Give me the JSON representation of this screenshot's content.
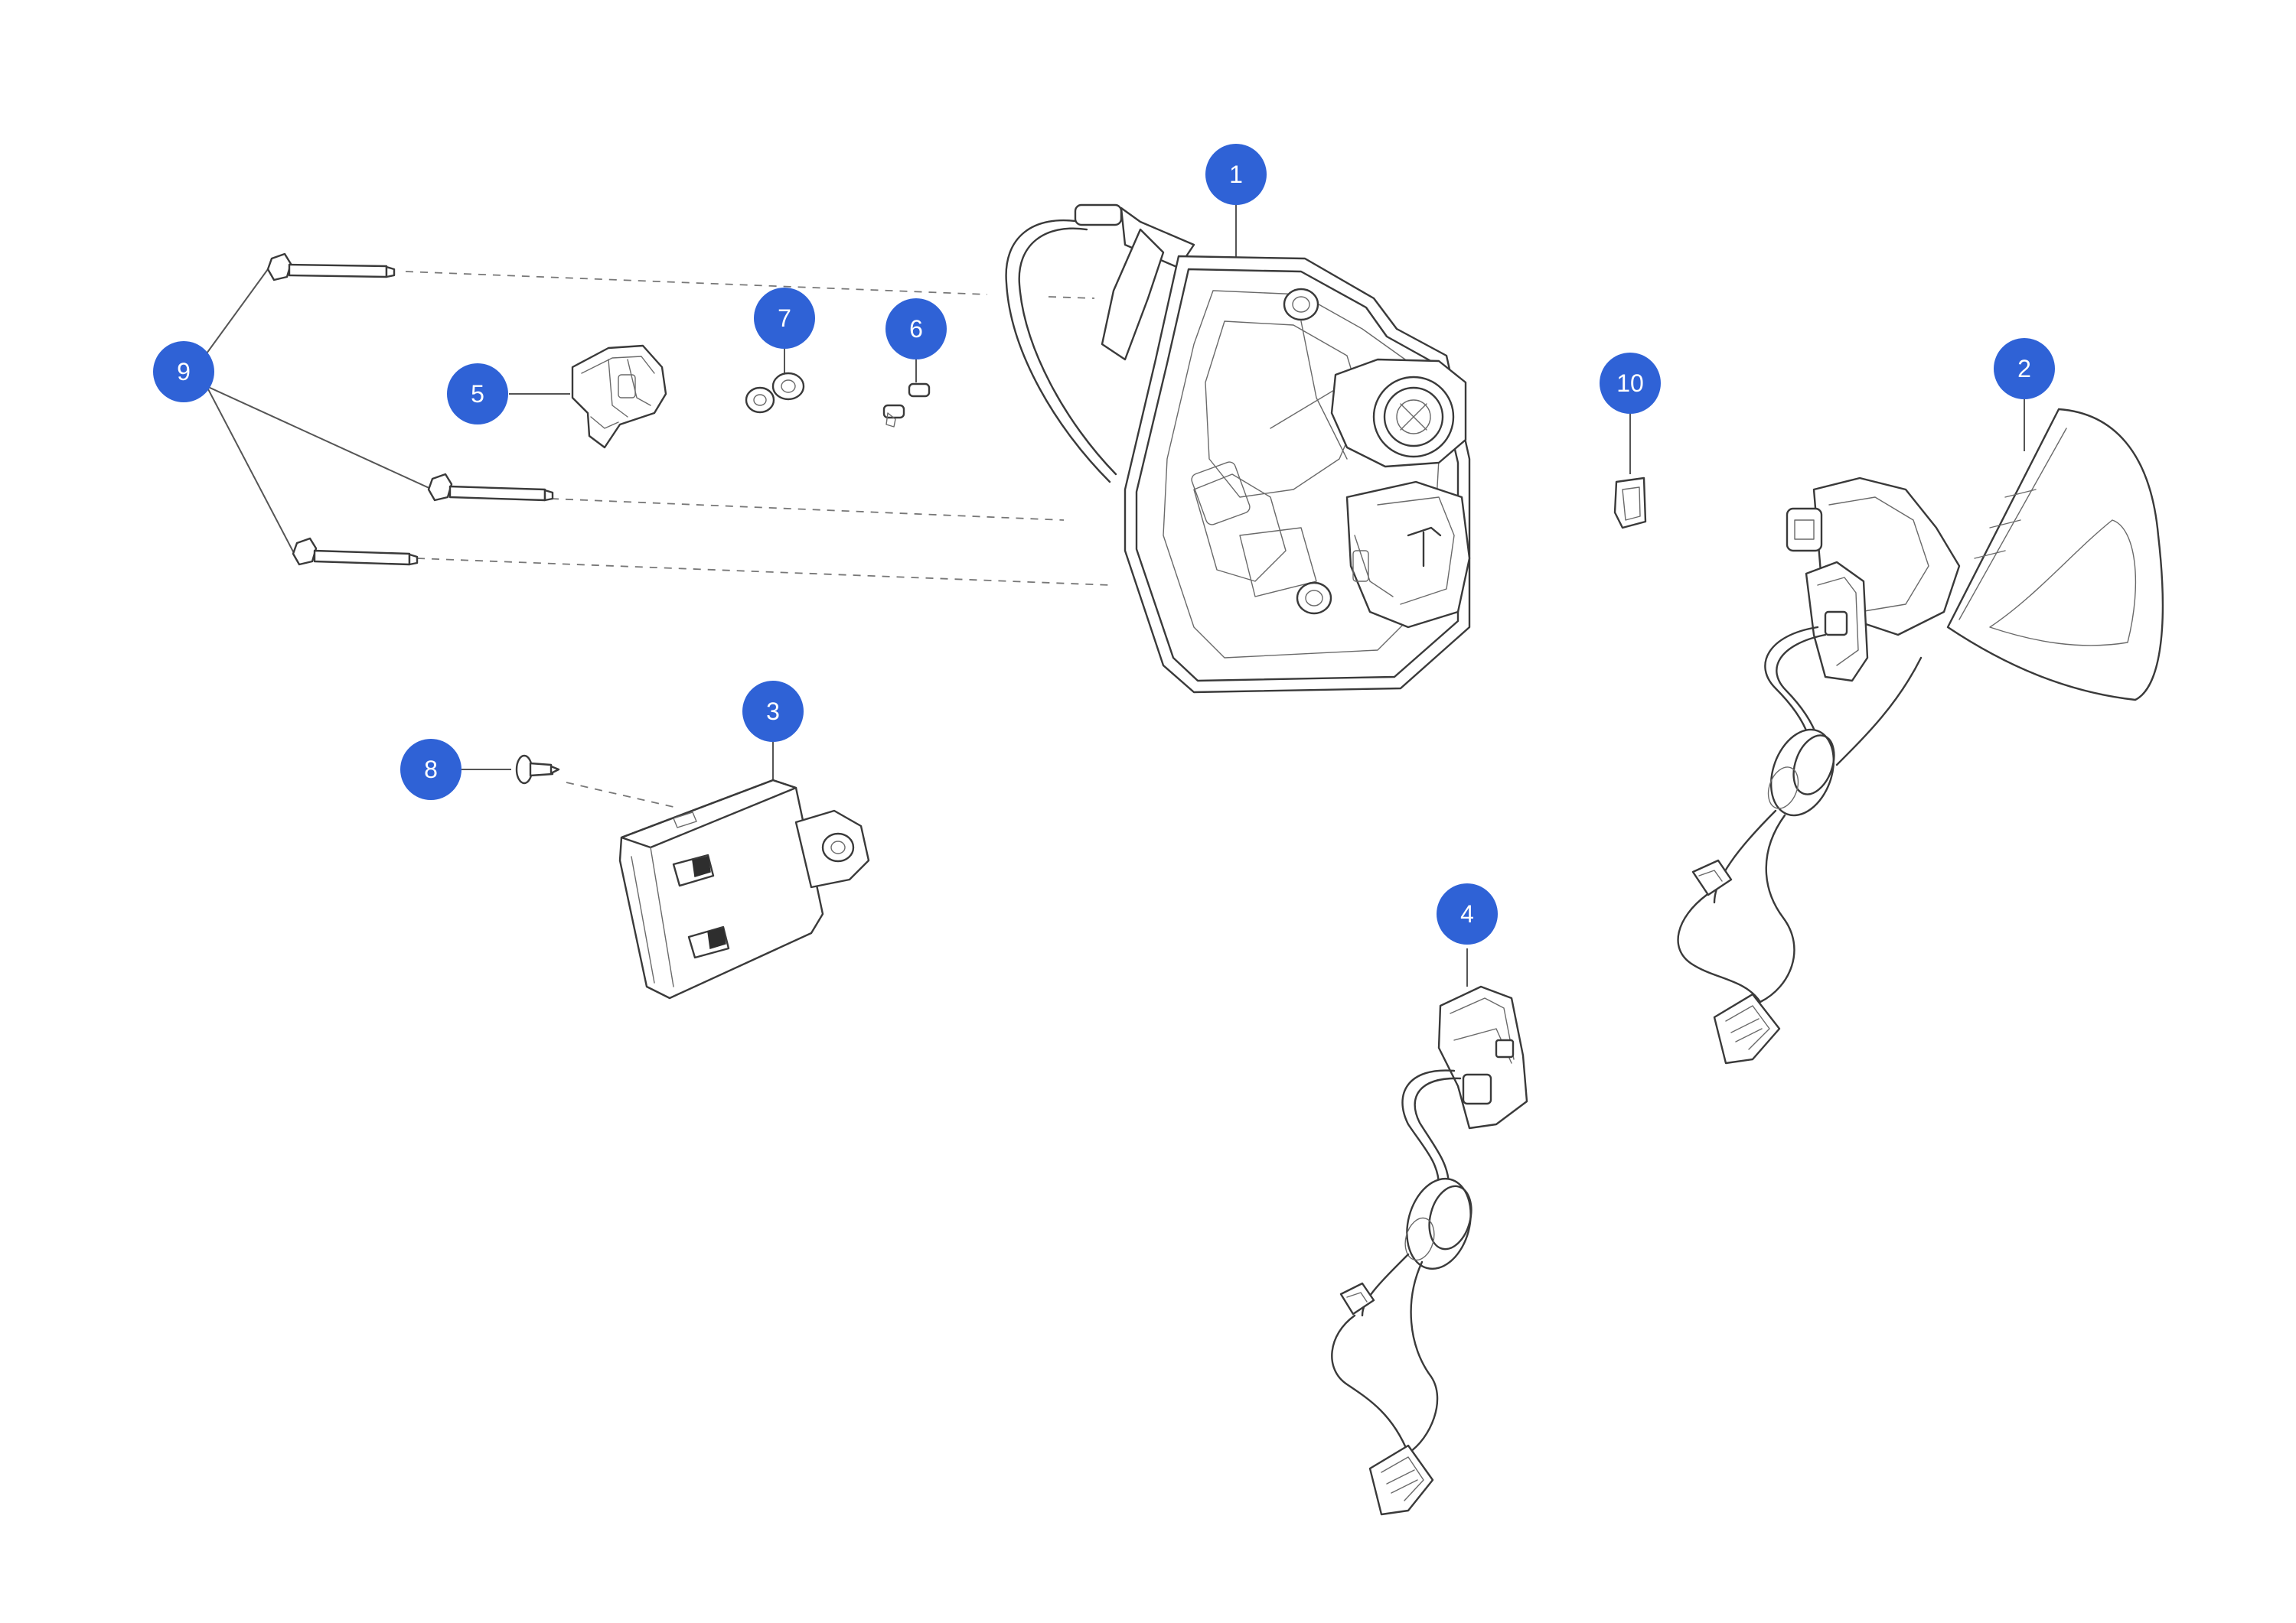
{
  "callouts": [
    {
      "id": "1",
      "label": "1"
    },
    {
      "id": "2",
      "label": "2"
    },
    {
      "id": "3",
      "label": "3"
    },
    {
      "id": "4",
      "label": "4"
    },
    {
      "id": "5",
      "label": "5"
    },
    {
      "id": "6",
      "label": "6"
    },
    {
      "id": "7",
      "label": "7"
    },
    {
      "id": "8",
      "label": "8"
    },
    {
      "id": "9",
      "label": "9"
    },
    {
      "id": "10",
      "label": "10"
    }
  ],
  "colors": {
    "callout_fill": "#2f62d6",
    "callout_text": "#ffffff",
    "line_art": "#3a3a3a",
    "background": "#ffffff"
  }
}
